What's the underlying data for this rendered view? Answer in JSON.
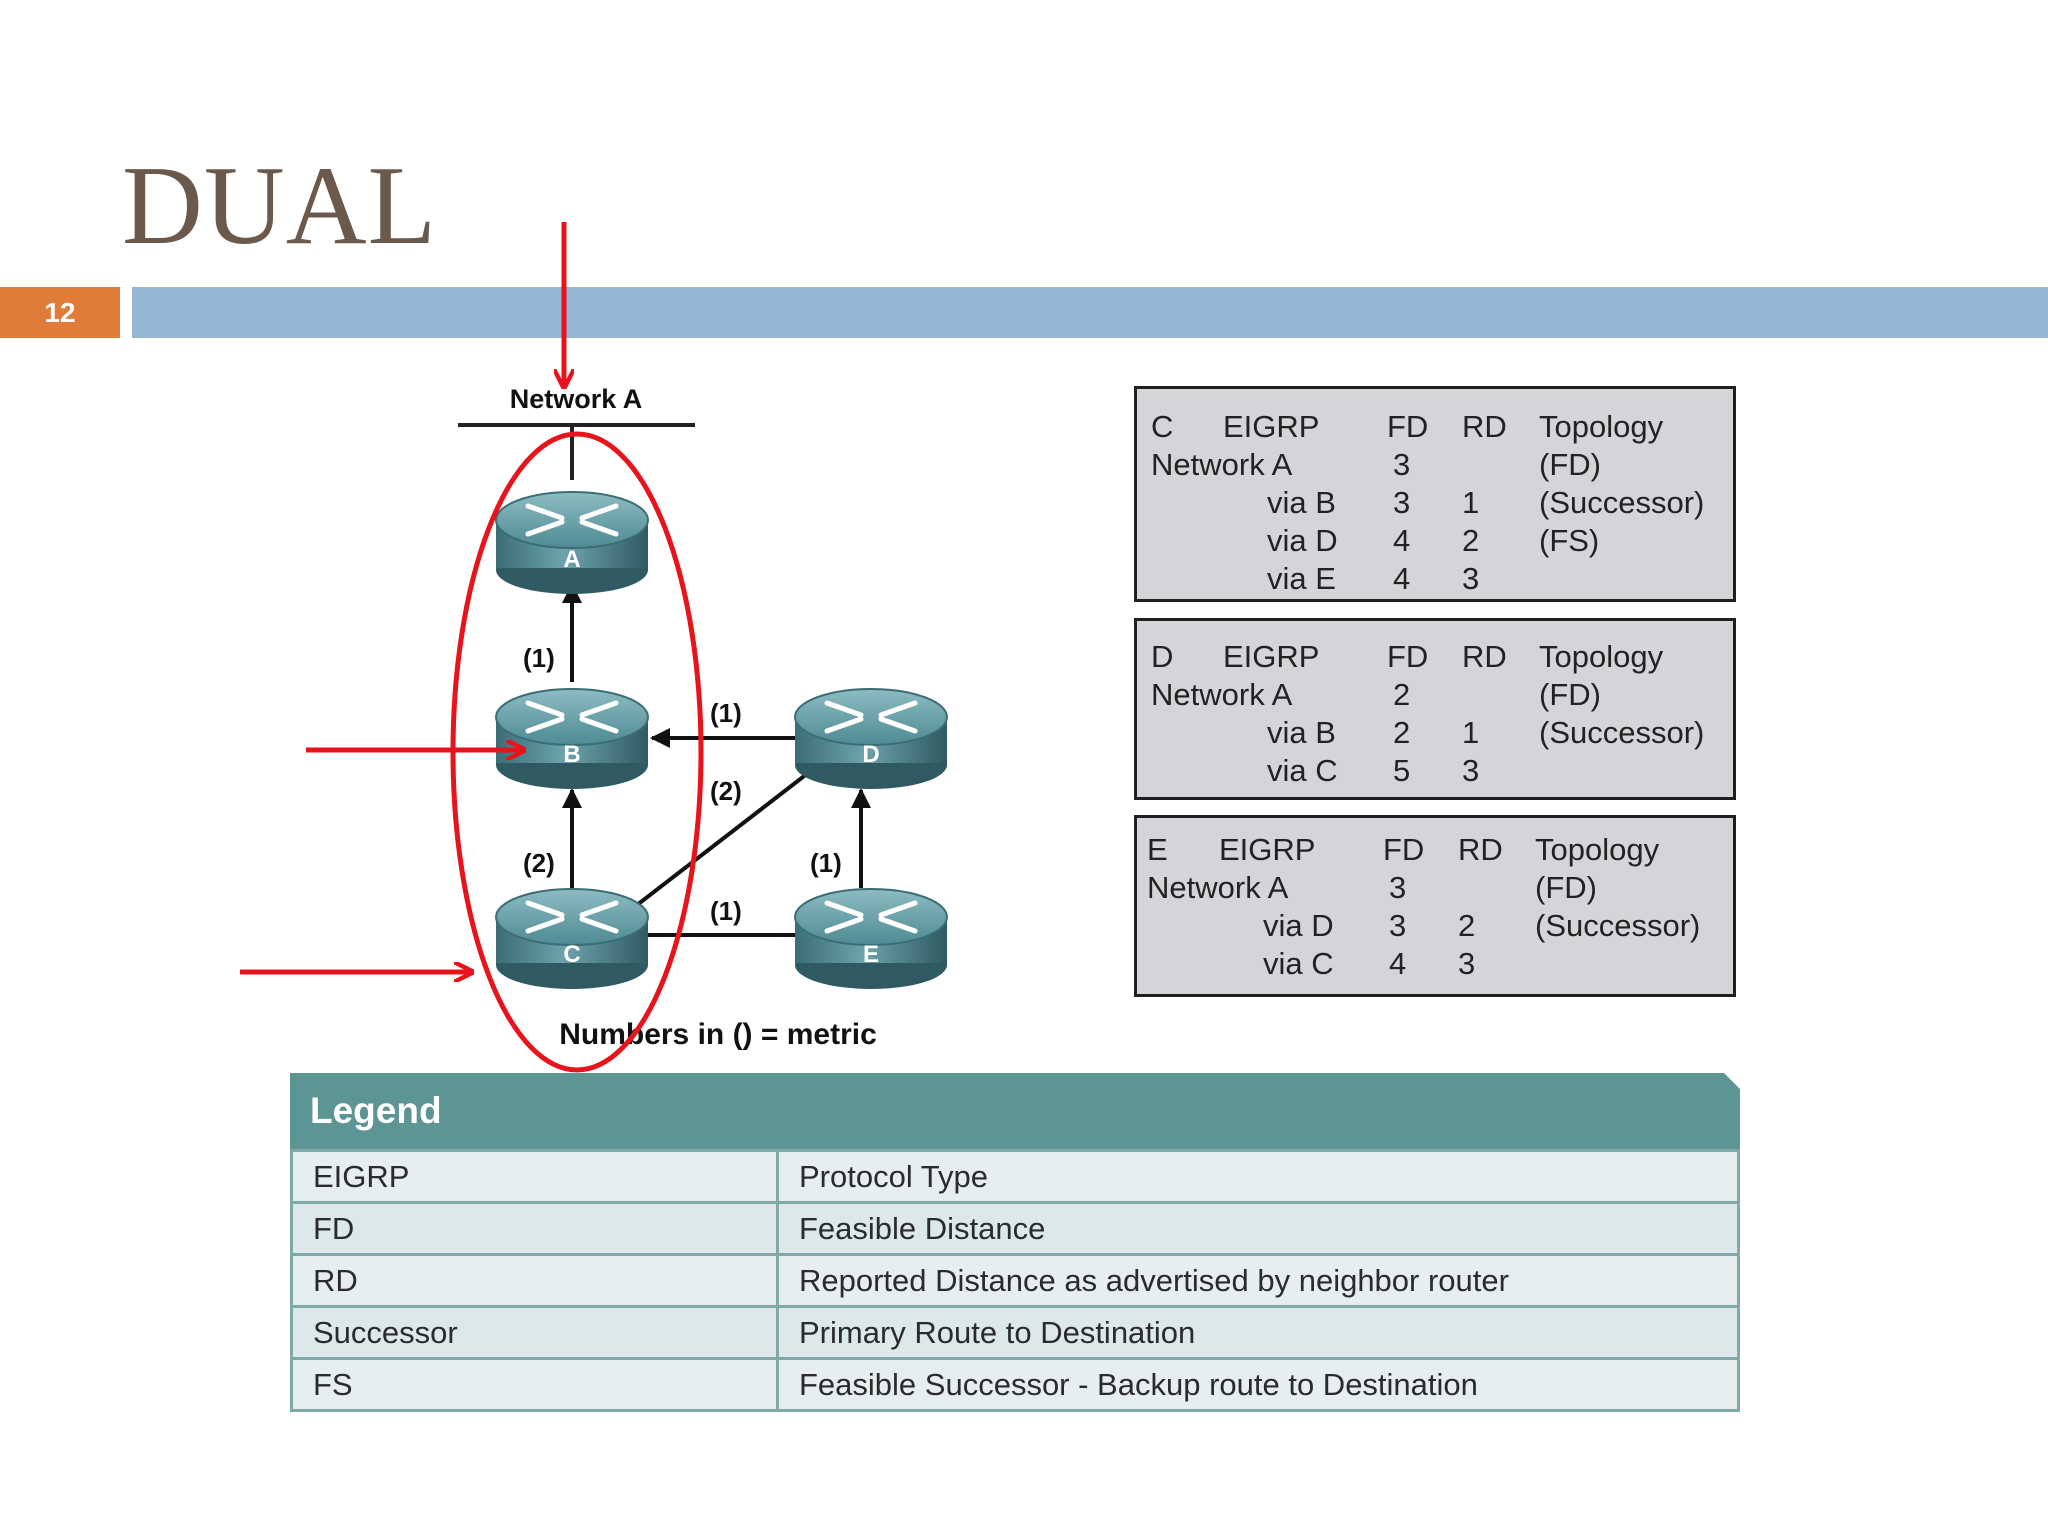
{
  "slide": {
    "title": "DUAL",
    "number": "12"
  },
  "colors": {
    "title": "#6b5a4c",
    "badge": "#e07b39",
    "title_bar": "#94b5d3",
    "annotation": "#e8141c",
    "legend_header": "#5d9594",
    "table_bg": "#d6d4d8"
  },
  "diagram": {
    "network_label": "Network A",
    "caption": "Numbers in () = metric",
    "routers": [
      {
        "id": "A",
        "label": "A"
      },
      {
        "id": "B",
        "label": "B"
      },
      {
        "id": "C",
        "label": "C"
      },
      {
        "id": "D",
        "label": "D"
      },
      {
        "id": "E",
        "label": "E"
      }
    ],
    "links": [
      {
        "from": "B",
        "to": "A",
        "metric": "(1)"
      },
      {
        "from": "D",
        "to": "B",
        "metric": "(1)"
      },
      {
        "from": "C",
        "to": "D",
        "metric": "(2)"
      },
      {
        "from": "C",
        "to": "B",
        "metric": "(2)"
      },
      {
        "from": "E",
        "to": "D",
        "metric": "(1)"
      },
      {
        "from": "C",
        "to": "E",
        "metric": "(1)"
      }
    ]
  },
  "topology_tables": [
    {
      "router": "C",
      "headers": [
        "EIGRP",
        "FD",
        "RD",
        "Topology"
      ],
      "network": {
        "name": "Network A",
        "fd": "3",
        "topology": "(FD)"
      },
      "routes": [
        {
          "via": "via B",
          "fd": "3",
          "rd": "1",
          "topology": "(Successor)"
        },
        {
          "via": "via D",
          "fd": "4",
          "rd": "2",
          "topology": "(FS)"
        },
        {
          "via": "via E",
          "fd": "4",
          "rd": "3",
          "topology": ""
        }
      ]
    },
    {
      "router": "D",
      "headers": [
        "EIGRP",
        "FD",
        "RD",
        "Topology"
      ],
      "network": {
        "name": "Network A",
        "fd": "2",
        "topology": "(FD)"
      },
      "routes": [
        {
          "via": "via B",
          "fd": "2",
          "rd": "1",
          "topology": "(Successor)"
        },
        {
          "via": "via C",
          "fd": "5",
          "rd": "3",
          "topology": ""
        }
      ]
    },
    {
      "router": "E",
      "headers": [
        "EIGRP",
        "FD",
        "RD",
        "Topology"
      ],
      "network": {
        "name": "Network A",
        "fd": "3",
        "topology": "(FD)"
      },
      "routes": [
        {
          "via": "via D",
          "fd": "3",
          "rd": "2",
          "topology": "(Successor)"
        },
        {
          "via": "via C",
          "fd": "4",
          "rd": "3",
          "topology": ""
        }
      ]
    }
  ],
  "legend": {
    "title": "Legend",
    "rows": [
      {
        "term": "EIGRP",
        "meaning": "Protocol Type"
      },
      {
        "term": "FD",
        "meaning": "Feasible Distance"
      },
      {
        "term": "RD",
        "meaning": "Reported Distance as advertised by neighbor router"
      },
      {
        "term": "Successor",
        "meaning": "Primary Route to Destination"
      },
      {
        "term": "FS",
        "meaning": "Feasible Successor - Backup route to Destination"
      }
    ]
  }
}
